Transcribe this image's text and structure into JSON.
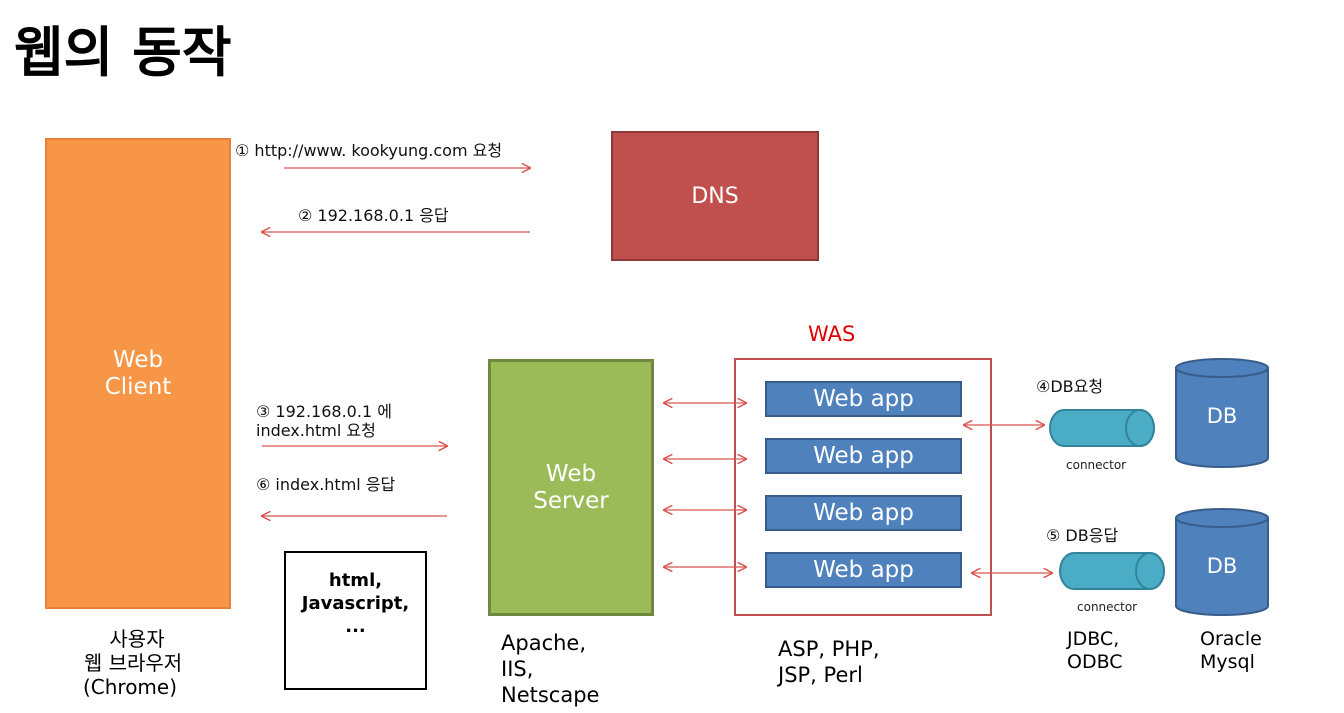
{
  "title": "웹의 동작",
  "client": {
    "line1": "Web",
    "line2": "Client"
  },
  "client_caption": {
    "line1": "사용자",
    "line2": "웹 브라우저",
    "line3": "(Chrome)"
  },
  "dns": {
    "label": "DNS"
  },
  "steps": {
    "s1": "① http://www. kookyung.com 요청",
    "s2": "② 192.168.0.1 응답",
    "s3_line1": "③ 192.168.0.1 에",
    "s3_line2": "index.html 요청",
    "s4": "④DB요청",
    "s5": "⑤ DB응답",
    "s6": "⑥ index.html 응답"
  },
  "html_box": {
    "line1": "html,",
    "line2": "Javascript,",
    "line3": "..."
  },
  "web_server": {
    "line1": "Web",
    "line2": "Server"
  },
  "web_server_caption": {
    "line1": "Apache,",
    "line2": "IIS,",
    "line3": "Netscape"
  },
  "was": {
    "title": "WAS",
    "apps": [
      "Web app",
      "Web app",
      "Web app",
      "Web app"
    ]
  },
  "was_caption": {
    "line1": "ASP, PHP,",
    "line2": "JSP, Perl"
  },
  "connectors": [
    "connector",
    "connector"
  ],
  "connector_caption": {
    "line1": "JDBC,",
    "line2": "ODBC"
  },
  "databases": [
    "DB",
    "DB"
  ],
  "db_caption": {
    "line1": "Oracle",
    "line2": "Mysql"
  },
  "colors": {
    "client": "#f79646",
    "dns": "#c0504d",
    "web_server": "#9bbb59",
    "web_app": "#4f81bd",
    "db": "#4f81bd",
    "connector": "#4bacc6",
    "arrow": "#d9534f",
    "was_border": "#c0504d",
    "was_title": "#e00000"
  }
}
